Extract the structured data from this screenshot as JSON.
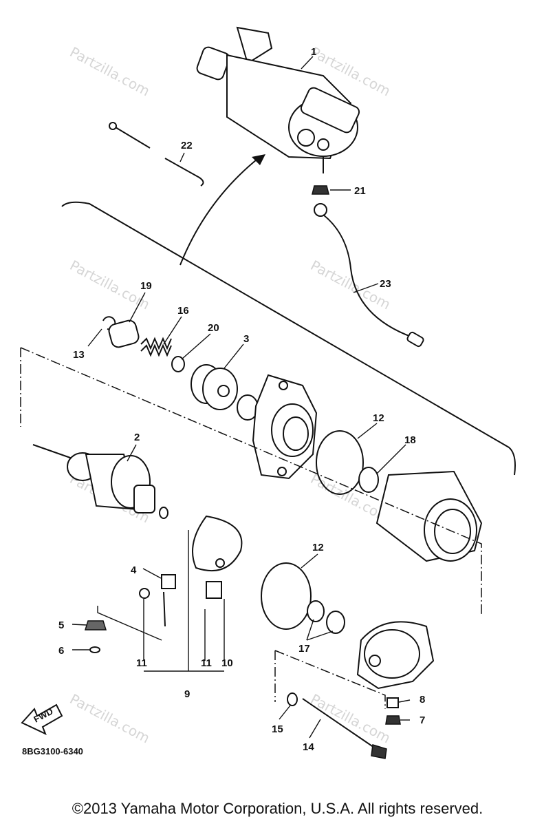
{
  "diagram": {
    "part_code": "8BG3100-6340",
    "fwd_label": "FWD",
    "watermark": "Partzilla.com",
    "callouts": {
      "p1": "1",
      "p2": "2",
      "p3": "3",
      "p4": "4",
      "p5": "5",
      "p6": "6",
      "p7": "7",
      "p8": "8",
      "p9": "9",
      "p10": "10",
      "p11a": "11",
      "p11b": "11",
      "p12a": "12",
      "p12b": "12",
      "p13": "13",
      "p14": "14",
      "p15": "15",
      "p16": "16",
      "p17": "17",
      "p18": "18",
      "p19": "19",
      "p20": "20",
      "p21": "21",
      "p22": "22",
      "p23": "23"
    }
  },
  "footer": {
    "copyright": "©2013  Yamaha Motor Corporation, U.S.A. All rights reserved."
  }
}
